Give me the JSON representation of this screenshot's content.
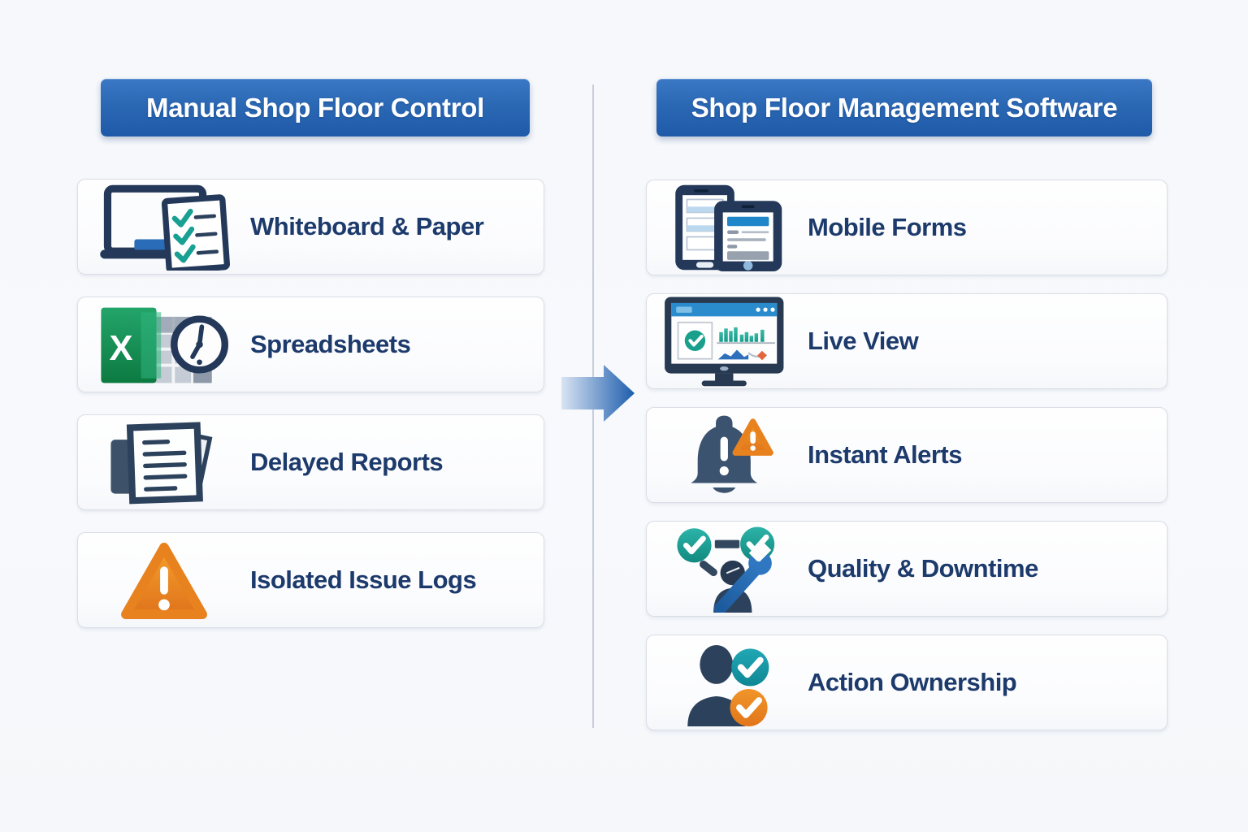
{
  "left_panel": {
    "header": "Manual Shop Floor Control",
    "items": [
      {
        "label": "Whiteboard & Paper",
        "icon": "whiteboard-checklist-icon"
      },
      {
        "label": "Spreadsheets",
        "icon": "spreadsheet-clock-icon"
      },
      {
        "label": "Delayed Reports",
        "icon": "stacked-documents-icon"
      },
      {
        "label": "Isolated Issue Logs",
        "icon": "warning-triangle-icon"
      }
    ]
  },
  "right_panel": {
    "header": "Shop Floor Management Software",
    "items": [
      {
        "label": "Mobile Forms",
        "icon": "phone-tablet-forms-icon"
      },
      {
        "label": "Live View",
        "icon": "dashboard-monitor-icon"
      },
      {
        "label": "Instant Alerts",
        "icon": "bell-alert-icon"
      },
      {
        "label": "Quality & Downtime",
        "icon": "worker-wrench-checks-icon"
      },
      {
        "label": "Action Ownership",
        "icon": "person-checkmarks-icon"
      }
    ]
  },
  "transition": {
    "icon": "arrow-right-icon"
  },
  "colors": {
    "banner_blue_top": "#3a78c5",
    "banner_blue_bottom": "#1e5aa8",
    "label_navy": "#1c3a6b",
    "icon_navy": "#2c415c",
    "accent_blue": "#2b6cb8",
    "screen_blue": "#2a8ccc",
    "teal": "#1aa093",
    "teal_circle": "#16a0ae",
    "orange": "#e8821e",
    "excel_green": "#149c5f",
    "card_border": "#d9dee7",
    "divider_gray": "#c7cedb",
    "background": "#f6f8fb"
  }
}
